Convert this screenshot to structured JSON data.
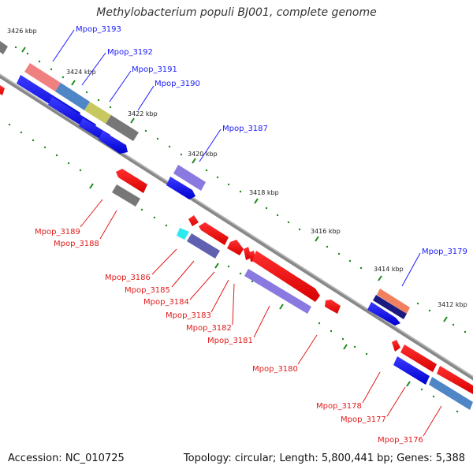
{
  "title": "Methylobacterium populi BJ001, complete genome",
  "footer": {
    "accession": "Accession: NC_010725",
    "topology": "Topology: circular; Length: 5,800,441 bp; Genes: 5,388"
  },
  "ticks": [
    "3426 kbp",
    "3424 kbp",
    "3422 kbp",
    "3420 kbp",
    "3418 kbp",
    "3416 kbp",
    "3414 kbp",
    "3412 kbp"
  ],
  "genes_top": [
    "Mpop_3193",
    "Mpop_3192",
    "Mpop_3191",
    "Mpop_3190",
    "Mpop_3187",
    "Mpop_3179"
  ],
  "genes_bottom": [
    "Mpop_3189",
    "Mpop_3188",
    "Mpop_3186",
    "Mpop_3185",
    "Mpop_3184",
    "Mpop_3183",
    "Mpop_3182",
    "Mpop_3181",
    "Mpop_3180",
    "Mpop_3178",
    "Mpop_3177",
    "Mpop_3176"
  ],
  "colors": {
    "backbone": "#888888",
    "forward": "#0000ee",
    "reverse": "#ee0000",
    "grey": "#777777",
    "label_blue": "#1a1aff",
    "label_red": "#e21a1a",
    "tick": "#1a8a1a"
  }
}
